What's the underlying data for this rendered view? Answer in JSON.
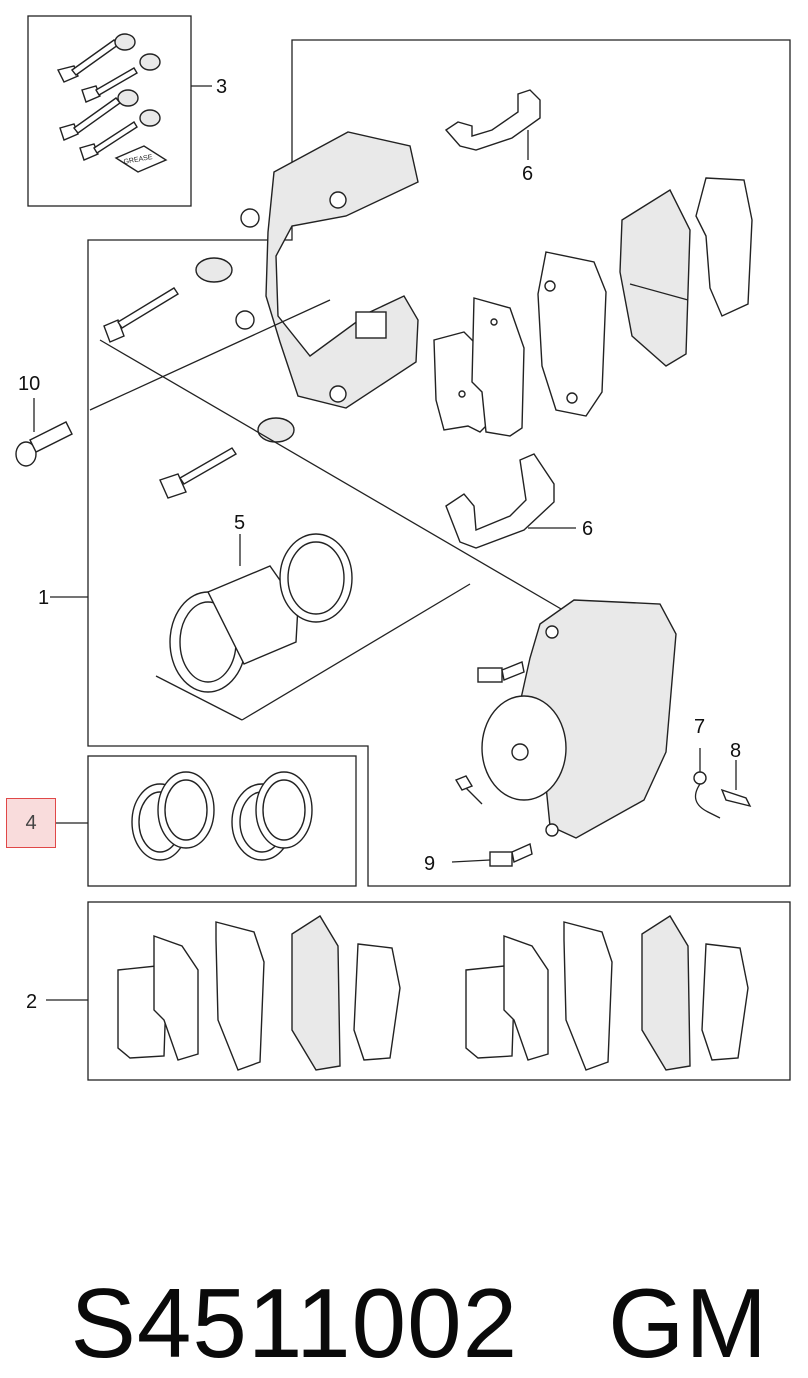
{
  "callouts": {
    "c1": "1",
    "c2": "2",
    "c3": "3",
    "c4": "4",
    "c5": "5",
    "c6a": "6",
    "c6b": "6",
    "c7": "7",
    "c8": "8",
    "c9": "9",
    "c10": "10"
  },
  "grease_label": "GREASE",
  "highlighted_callout": "4",
  "highlight_color": "#f9dcdc",
  "highlight_border_color": "#e04848",
  "footer": {
    "part_number": "S4511002",
    "brand": "GM"
  }
}
